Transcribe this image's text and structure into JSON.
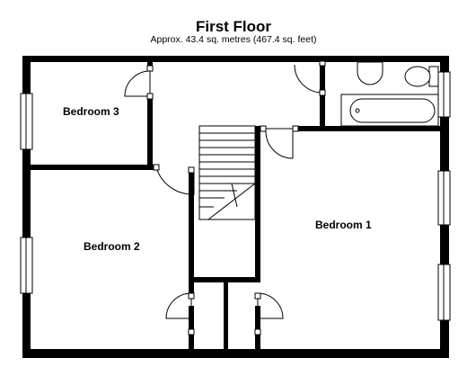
{
  "header": {
    "title": "First Floor",
    "area_text": "Approx.  43.4 sq. metres (467.4 sq. feet)"
  },
  "rooms": {
    "bedroom_1": "Bedroom 1",
    "bedroom_2": "Bedroom 2",
    "bedroom_3": "Bedroom 3"
  },
  "colors": {
    "wall": "#000000",
    "background": "#ffffff"
  }
}
